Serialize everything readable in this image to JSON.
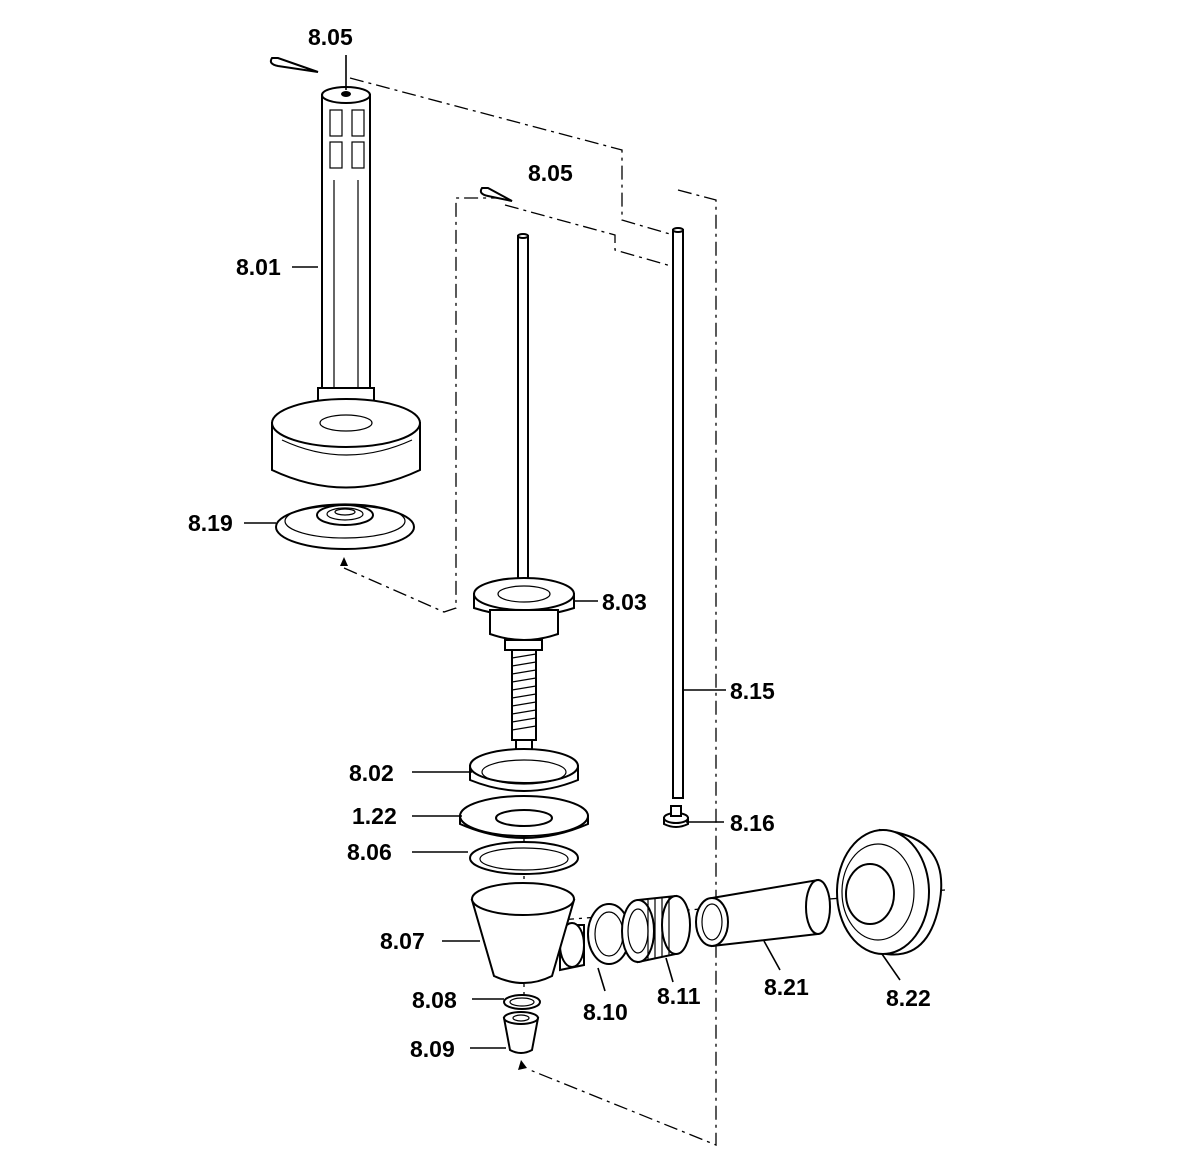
{
  "labels": {
    "l805a": "8.05",
    "l805b": "8.05",
    "l801": "8.01",
    "l819": "8.19",
    "l803": "8.03",
    "l815": "8.15",
    "l802": "8.02",
    "l122": "1.22",
    "l806": "8.06",
    "l816": "8.16",
    "l807": "8.07",
    "l808": "8.08",
    "l809": "8.09",
    "l810": "8.10",
    "l811": "8.11",
    "l821": "8.21",
    "l822": "8.22"
  }
}
